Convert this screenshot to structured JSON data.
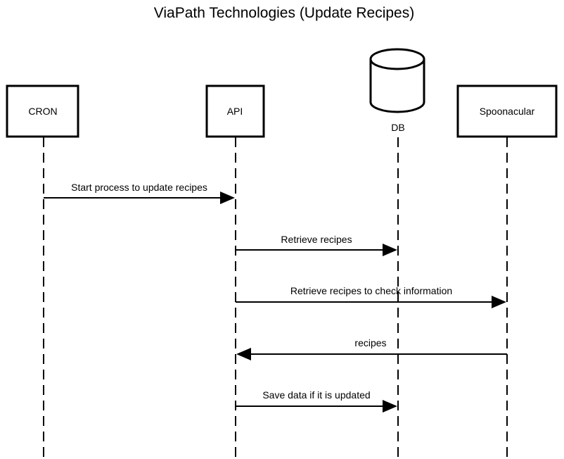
{
  "title": "ViaPath Technologies (Update Recipes)",
  "participants": [
    {
      "name": "CRON",
      "kind": "box"
    },
    {
      "name": "API",
      "kind": "box"
    },
    {
      "name": "DB",
      "kind": "database"
    },
    {
      "name": "Spoonacular",
      "kind": "box"
    }
  ],
  "messages": [
    {
      "from": "CRON",
      "to": "API",
      "label": "Start process to update recipes"
    },
    {
      "from": "API",
      "to": "DB",
      "label": "Retrieve recipes"
    },
    {
      "from": "API",
      "to": "Spoonacular",
      "label": "Retrieve recipes to check information"
    },
    {
      "from": "Spoonacular",
      "to": "API",
      "label": "recipes"
    },
    {
      "from": "API",
      "to": "DB",
      "label": "Save data if it is updated"
    }
  ]
}
